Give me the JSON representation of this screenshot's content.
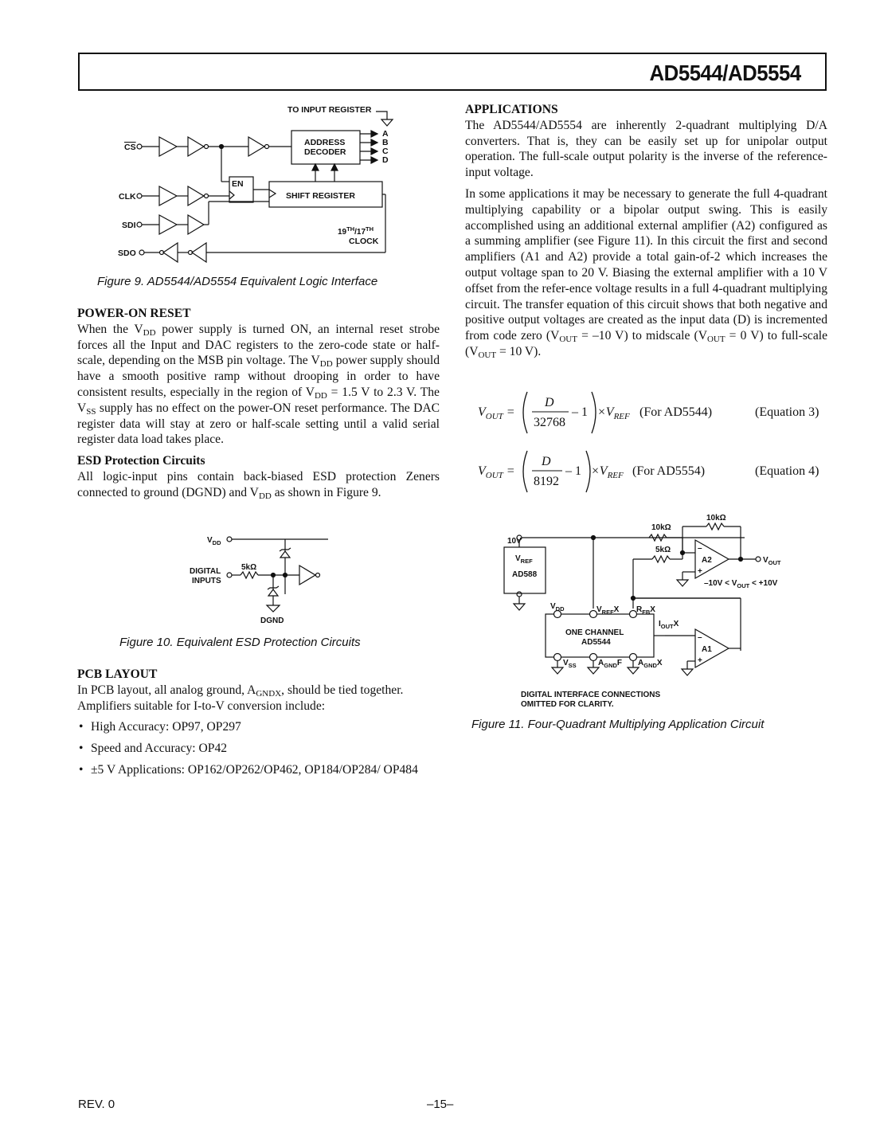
{
  "header": {
    "title": "AD5544/AD5554"
  },
  "fig9": {
    "caption": "Figure 9.  AD5544/AD5554 Equivalent Logic Interface",
    "labels": {
      "to_input_register": "TO INPUT REGISTER",
      "cs": "CS",
      "clk": "CLK",
      "sdi": "SDI",
      "sdo": "SDO",
      "address": "ADDRESS",
      "decoder": "DECODER",
      "en": "EN",
      "shift_register": "SHIFT REGISTER",
      "a": "A",
      "b": "B",
      "c": "C",
      "d": "D",
      "clock_19": "19",
      "clock_th": "TH",
      "clock_17": "/17",
      "clock_th2": "TH",
      "clock": "CLOCK"
    }
  },
  "power_on": {
    "heading": "POWER-ON RESET",
    "p1": "When the V_DD power supply is turned ON, an internal reset strobe forces all the Input and DAC registers to the zero-code state or half-scale, depending on the MSB pin voltage. The V_DD power supply should have a smooth positive ramp without drooping in order to have consistent results, especially in the region of V_DD = 1.5 V to 2.3 V. The V_SS supply has no effect on the power-ON reset performance. The DAC register data will stay at zero or half-scale setting until a valid serial register data load takes place."
  },
  "esd": {
    "heading": "ESD Protection Circuits",
    "p1": "All logic-input pins contain back-biased ESD protection Zeners connected to ground (DGND) and V_DD as shown in Figure 9."
  },
  "fig10": {
    "caption": "Figure 10.  Equivalent ESD Protection Circuits",
    "labels": {
      "vdd": "V",
      "vdd_sub": "DD",
      "digital": "DIGITAL",
      "inputs": "INPUTS",
      "res": "5kΩ",
      "dgnd": "DGND"
    }
  },
  "pcb": {
    "heading": "PCB LAYOUT",
    "p1": "In PCB layout, all analog ground, A_GNDX, should be tied together. Amplifiers suitable for I-to-V conversion include:",
    "bullets": [
      "High Accuracy: OP97, OP297",
      "Speed and Accuracy: OP42",
      "±5 V Applications: OP162/OP262/OP462, OP184/OP284/ OP484"
    ]
  },
  "applications": {
    "heading": "APPLICATIONS",
    "p1": "The AD5544/AD5554 are inherently 2-quadrant multiplying D/A converters. That is, they can be easily set up for unipolar output operation. The full-scale output polarity is the inverse of the reference-input voltage.",
    "p2": "In some applications it may be necessary to generate the full 4-quadrant multiplying capability or a bipolar output swing. This is easily accomplished using an additional external amplifier (A2) configured as a summing amplifier (see Figure 11). In this circuit the first and second amplifiers (A1 and A2) provide a total gain-of-2 which increases the output voltage span to 20 V. Biasing the external amplifier with a 10 V offset from the refer-ence voltage results in a full 4-quadrant multiplying circuit. The transfer equation of this circuit shows that both negative and positive output voltages are created as the input data (D) is incremented from code zero (V_OUT = –10 V) to midscale (V_OUT = 0 V) to full-scale (V_OUT = 10 V)."
  },
  "equations": [
    {
      "lhs": "V",
      "lhs_sub": "OUT",
      "num": "D",
      "den": "32768",
      "tail": "– 1",
      "times": "×V",
      "ref_sub": "REF",
      "note": "(For AD5544)",
      "label": "(Equation 3)"
    },
    {
      "lhs": "V",
      "lhs_sub": "OUT",
      "num": "D",
      "den": "8192",
      "tail": "– 1",
      "times": "×V",
      "ref_sub": "REF",
      "note": "(For AD5554)",
      "label": "(Equation 4)"
    }
  ],
  "fig11": {
    "caption": "Figure 11.  Four-Quadrant Multiplying Application Circuit",
    "labels": {
      "ten_v": "10V",
      "vref": "V",
      "vref_sub": "REF",
      "ad588": "AD588",
      "r10k_a": "10kΩ",
      "r10k_b": "10kΩ",
      "r5k": "5kΩ",
      "a2": "A2",
      "a1": "A1",
      "vout": "V",
      "vout_sub": "OUT",
      "range_pre": "–10V <  V",
      "range_sub": "OUT",
      "range_post": " < +10V",
      "vdd": "V",
      "vdd_sub": "DD",
      "vrefx": "V",
      "vrefx_sub": "REF",
      "vrefx_x": "X",
      "rfbx": "R",
      "rfbx_sub": "FB",
      "rfbx_x": "X",
      "ioutx": "I",
      "ioutx_sub": "OUT",
      "ioutx_x": "X",
      "one_channel": "ONE CHANNEL",
      "ad5544": "AD5544",
      "vss": "V",
      "vss_sub": "SS",
      "agndf": "A",
      "agndf_sub": "GND",
      "agndf_x": "F",
      "agndx": "A",
      "agndx_sub": "GND",
      "agndx_x": "X",
      "minus": "–",
      "plus": "+",
      "digital_note1": "DIGITAL INTERFACE CONNECTIONS",
      "digital_note2": "OMITTED FOR CLARITY."
    }
  },
  "footer": {
    "rev": "REV. 0",
    "page": "–15–"
  }
}
